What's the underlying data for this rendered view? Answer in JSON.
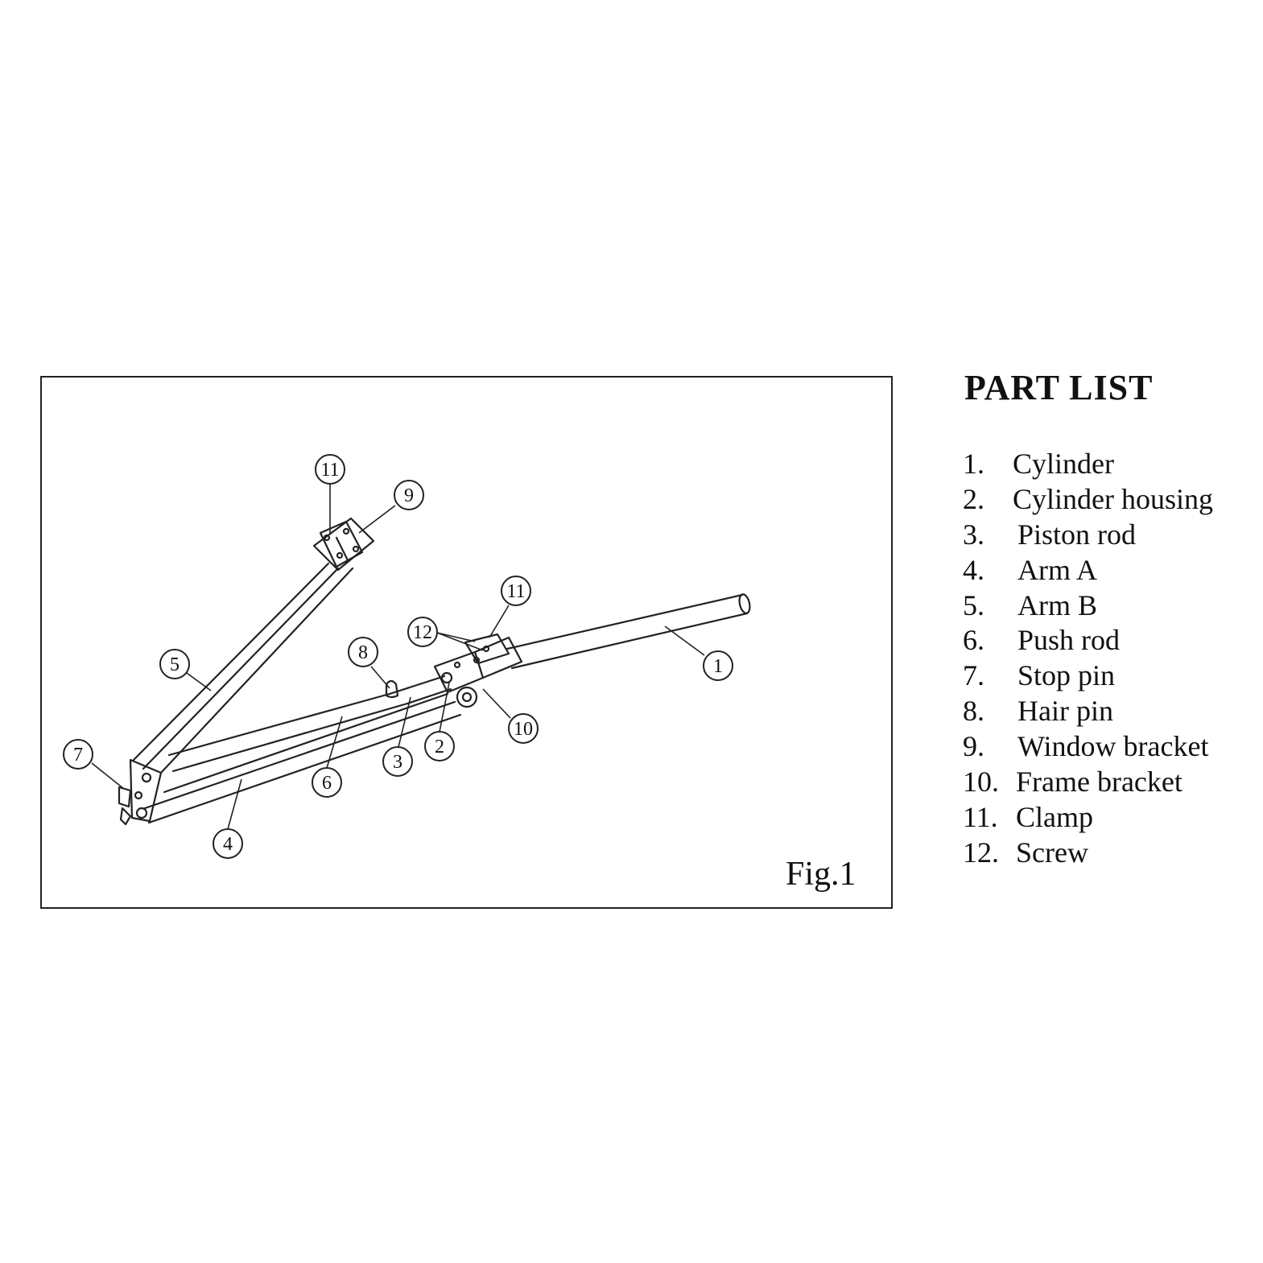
{
  "figure": {
    "label": "Fig.1",
    "callouts": [
      {
        "id": "callout-1",
        "text": "1"
      },
      {
        "id": "callout-2",
        "text": "2"
      },
      {
        "id": "callout-3",
        "text": "3"
      },
      {
        "id": "callout-4",
        "text": "4"
      },
      {
        "id": "callout-5",
        "text": "5"
      },
      {
        "id": "callout-6",
        "text": "6"
      },
      {
        "id": "callout-7",
        "text": "7"
      },
      {
        "id": "callout-8",
        "text": "8"
      },
      {
        "id": "callout-9",
        "text": "9"
      },
      {
        "id": "callout-10",
        "text": "10"
      },
      {
        "id": "callout-11a",
        "text": "11"
      },
      {
        "id": "callout-11b",
        "text": "11"
      },
      {
        "id": "callout-12",
        "text": "12"
      }
    ]
  },
  "part_list": {
    "title": "PART LIST",
    "items": [
      {
        "num": "1.",
        "name": "Cylinder"
      },
      {
        "num": "2.",
        "name": "Cylinder housing"
      },
      {
        "num": "3.",
        "name": "Piston rod"
      },
      {
        "num": "4.",
        "name": "Arm A"
      },
      {
        "num": "5.",
        "name": "Arm B"
      },
      {
        "num": "6.",
        "name": "Push rod"
      },
      {
        "num": "7.",
        "name": "Stop pin"
      },
      {
        "num": "8.",
        "name": "Hair pin"
      },
      {
        "num": "9.",
        "name": "Window bracket"
      },
      {
        "num": "10.",
        "name": "Frame bracket"
      },
      {
        "num": "11.",
        "name": "Clamp"
      },
      {
        "num": "12.",
        "name": "Screw"
      }
    ]
  }
}
